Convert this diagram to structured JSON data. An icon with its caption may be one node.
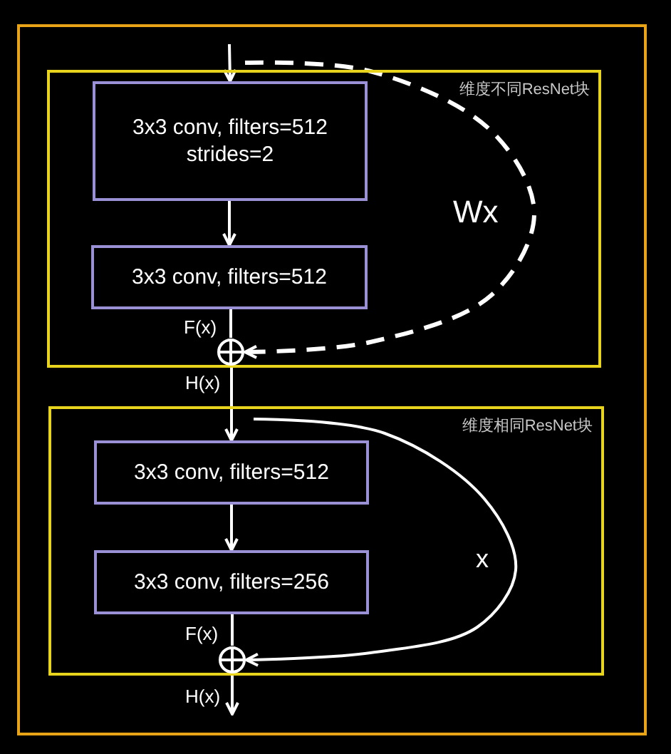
{
  "diagram": {
    "nodes": [
      {
        "text": [],
        "shape": "box"
      },
      {
        "text": [
          "维度不同ResNet块"
        ],
        "in": 0
      },
      {
        "text": [
          "3x3 conv, filters=512 strides=2"
        ],
        "in": 1
      },
      {
        "text": [
          "3x3 conv, filters=512"
        ],
        "in": 1
      },
      {
        "text": [],
        "shape": "circle",
        "in": 1
      },
      {
        "text": [
          "维度相同ResNet块"
        ],
        "in": 0
      },
      {
        "text": [
          "3x3 conv, filters=512"
        ],
        "in": 5
      },
      {
        "text": [
          "3x3 conv, filters=256"
        ],
        "in": 5
      },
      {
        "text": [],
        "shape": "circle",
        "in": 5
      }
    ],
    "edges": [
      {
        "from": null,
        "to": 2,
        "arrow": "to"
      },
      {
        "from": 2,
        "to": 3,
        "arrow": "to"
      },
      {
        "from": 3,
        "to": 4,
        "arrow": "none",
        "label": "F(x)"
      },
      {
        "from": null,
        "to": 4,
        "arrow": "to",
        "style": "dashed",
        "label": "Wx"
      },
      {
        "from": 4,
        "to": 6,
        "arrow": "to",
        "label": "H(x)"
      },
      {
        "from": 6,
        "to": 7,
        "arrow": "to"
      },
      {
        "from": 7,
        "to": 8,
        "arrow": "none",
        "label": "F(x)"
      },
      {
        "from": null,
        "to": 8,
        "arrow": "to",
        "label": "x"
      },
      {
        "from": 8,
        "to": null,
        "arrow": "to",
        "label": "H(x)"
      }
    ]
  }
}
